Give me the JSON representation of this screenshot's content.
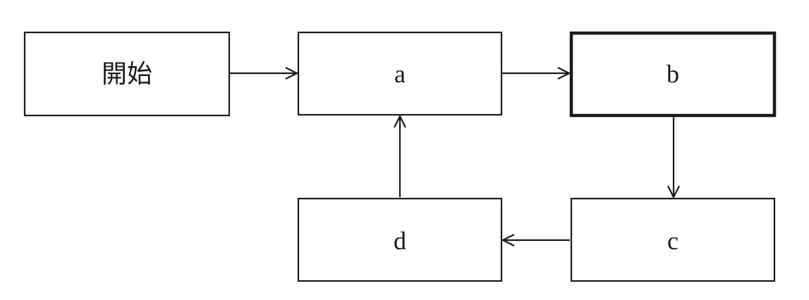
{
  "diagram": {
    "nodes": {
      "start": "開始",
      "a": "a",
      "b": "b",
      "c": "c",
      "d": "d"
    },
    "highlighted_node": "b",
    "stroke_color": "#1a1a1a",
    "background_color": "#ffffff"
  }
}
